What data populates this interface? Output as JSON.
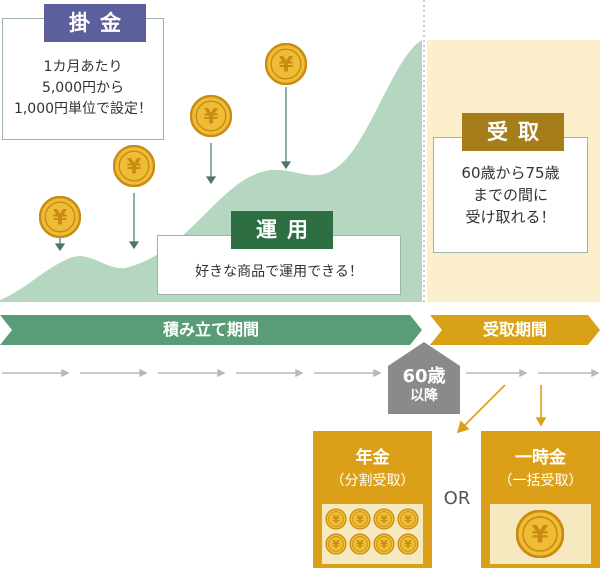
{
  "kakekin": {
    "tag": "掛金",
    "lines": [
      "1カ月あたり",
      "5,000円から",
      "1,000円単位で設定！"
    ]
  },
  "unyo": {
    "tag": "運用",
    "text": "好きな商品で運用できる！"
  },
  "uketori": {
    "tag": "受取",
    "lines": [
      "60歳から75歳",
      "までの間に",
      "受け取れる！"
    ]
  },
  "periods": {
    "accumulation": "積み立て期間",
    "payout": "受取期間"
  },
  "age_marker": {
    "lines": [
      "60歳",
      "以降"
    ]
  },
  "options": {
    "annuity": {
      "title": "年金",
      "subtitle": "（分割受取）"
    },
    "or": "OR",
    "lump_sum": {
      "title": "一時金",
      "subtitle": "（一括受取）"
    }
  },
  "coin_symbol": "¥",
  "colors": {
    "kakekin_tag": "#5d5f9d",
    "unyo_tag": "#2d6e42",
    "uketori_tag": "#a57d1a",
    "area_fill": "#b5d6c1",
    "accumulation_band": "#5a9c78",
    "payout_band": "#d9a116",
    "payout_background": "#fbefcc",
    "coin_fill": "#efbd35",
    "coin_ring": "#c98b13"
  }
}
